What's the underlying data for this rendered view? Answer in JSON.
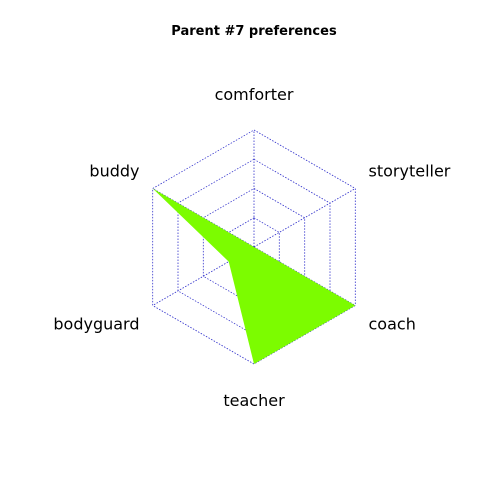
{
  "chart_data": {
    "type": "radar",
    "title": "Parent #7 preferences",
    "axes": [
      "comforter",
      "storyteller",
      "coach",
      "teacher",
      "bodyguard",
      "buddy"
    ],
    "series": [
      {
        "values": [
          0.0,
          0.0,
          1.0,
          1.0,
          0.25,
          1.0
        ]
      }
    ],
    "range": [
      0,
      1
    ],
    "grid_levels": 4,
    "grid": true,
    "colors": {
      "fill": "#7cfc00",
      "grid": "#3333cc",
      "text": "#000000"
    }
  }
}
